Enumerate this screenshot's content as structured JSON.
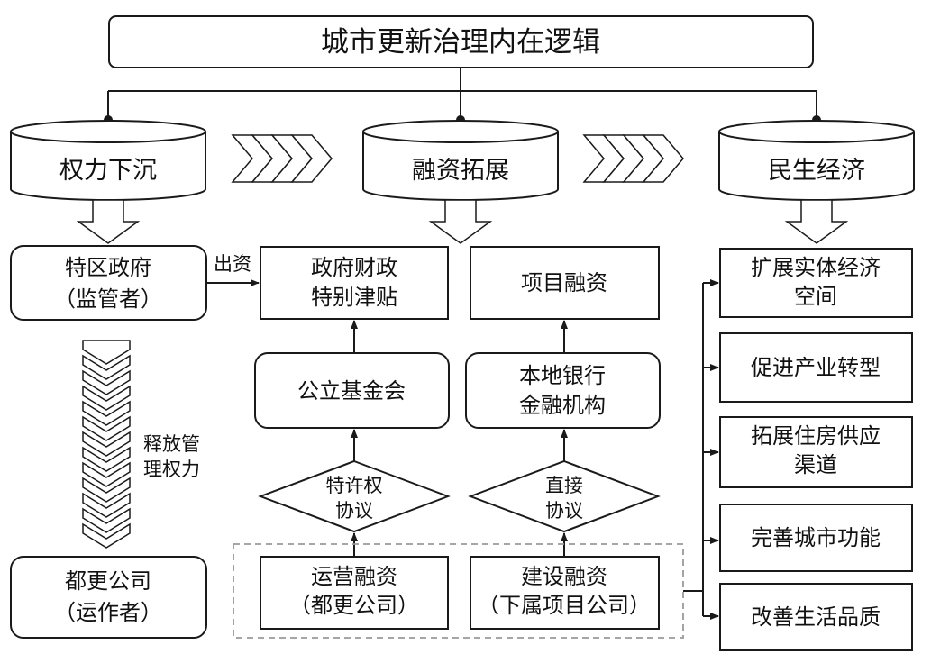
{
  "title": "城市更新治理内在逻辑",
  "pillars": {
    "left": "权力下沉",
    "middle": "融资拓展",
    "right": "民生经济"
  },
  "left_column": {
    "government": [
      "特区政府",
      "（监管者）"
    ],
    "release_label": [
      "释放管",
      "理权力"
    ],
    "company": [
      "都更公司",
      "（运作者）"
    ],
    "funding_label": "出资"
  },
  "middle_column": {
    "subsidy": [
      "政府财政",
      "特别津贴"
    ],
    "foundation": "公立基金会",
    "franchise": [
      "特许权",
      "协议"
    ],
    "operation_finance": [
      "运营融资",
      "（都更公司）"
    ]
  },
  "middle_right_column": {
    "project_finance": "项目融资",
    "bank": [
      "本地银行",
      "金融机构"
    ],
    "direct": [
      "直接",
      "协议"
    ],
    "construction_finance": [
      "建设融资",
      "（下属项目公司）"
    ]
  },
  "outcomes": [
    [
      "扩展实体经济",
      "空间"
    ],
    [
      "促进产业转型"
    ],
    [
      "拓展住房供应",
      "渠道"
    ],
    [
      "完善城市功能"
    ],
    [
      "改善生活品质"
    ]
  ]
}
